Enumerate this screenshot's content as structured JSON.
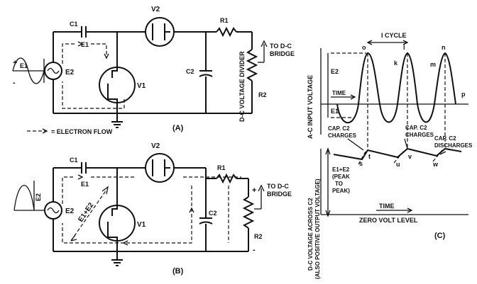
{
  "figure_a": {
    "label": "(A)",
    "c1": "C1",
    "e1": "E1",
    "v2": "V2",
    "v1": "V1",
    "e2": "E2",
    "e1_source": "E1",
    "r1": "R1",
    "c2": "C2",
    "r2": "R2",
    "divider": "D-C VOLTAGE DIVIDER",
    "to_bridge_1": "TO D-C",
    "to_bridge_2": "BRIDGE",
    "legend": "= ELECTRON FLOW",
    "plus": "+",
    "minus": "-"
  },
  "figure_b": {
    "label": "(B)",
    "c1": "C1",
    "e1": "E1",
    "v2": "V2",
    "v1": "V1",
    "e2_source": "E2",
    "e2_left": "E2",
    "sum": "E1+E2",
    "r1": "R1",
    "c2": "C2",
    "r2": "R2",
    "to_bridge_1": "TO D-C",
    "to_bridge_2": "BRIDGE",
    "plus": "+",
    "minus": "-"
  },
  "figure_c": {
    "label": "(C)",
    "cycle": "I CYCLE",
    "ylabel_top": "A-C INPUT VOLTAGE",
    "e2": "E2",
    "e1": "E1",
    "time_top": "TIME",
    "points": [
      "o",
      "k",
      "l",
      "m",
      "n",
      "p"
    ],
    "cap_charges_1": "CAP. C2\nCHARGES",
    "cap_charges_2": "CAP. C2\nCHARGES",
    "cap_discharges": "CAP. C2\nDISCHARGES",
    "ylabel_bottom_1": "D-C VOLTAGE ACROSS C2",
    "ylabel_bottom_2": "(ALSO POSITIVE OUTPUT VOLTAGE)",
    "peak": "E1+E2\n(PEAK\nTO\nPEAK)",
    "time_bottom": "TIME",
    "zero": "ZERO VOLT LEVEL",
    "points_bottom": [
      "s",
      "t",
      "u",
      "v",
      "w"
    ]
  }
}
